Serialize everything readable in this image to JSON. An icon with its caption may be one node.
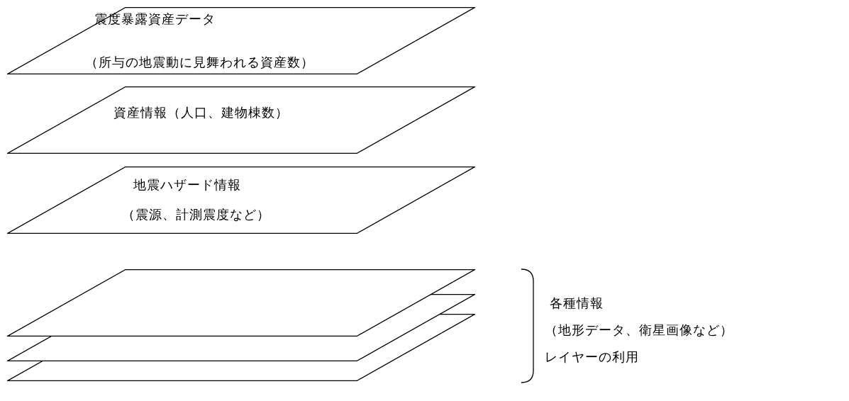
{
  "diagram": {
    "nodes": [
      {
        "text": [
          "震度暴露資産データ",
          "（所与の地震動に見舞われる資産数）"
        ]
      },
      {
        "text": [
          "資産情報（人口、建物棟数）"
        ]
      },
      {
        "text": [
          "地震ハザード情報",
          "（震源、計測震度など）"
        ]
      },
      {
        "text": [],
        "shape": "parallelogram"
      },
      {
        "text": [],
        "shape": "parallelogram"
      },
      {
        "text": [],
        "shape": "parallelogram"
      }
    ],
    "edges": [],
    "labels": [
      "各種情報",
      "（地形データ、衛星画像など）",
      "レイヤーの利用"
    ]
  }
}
